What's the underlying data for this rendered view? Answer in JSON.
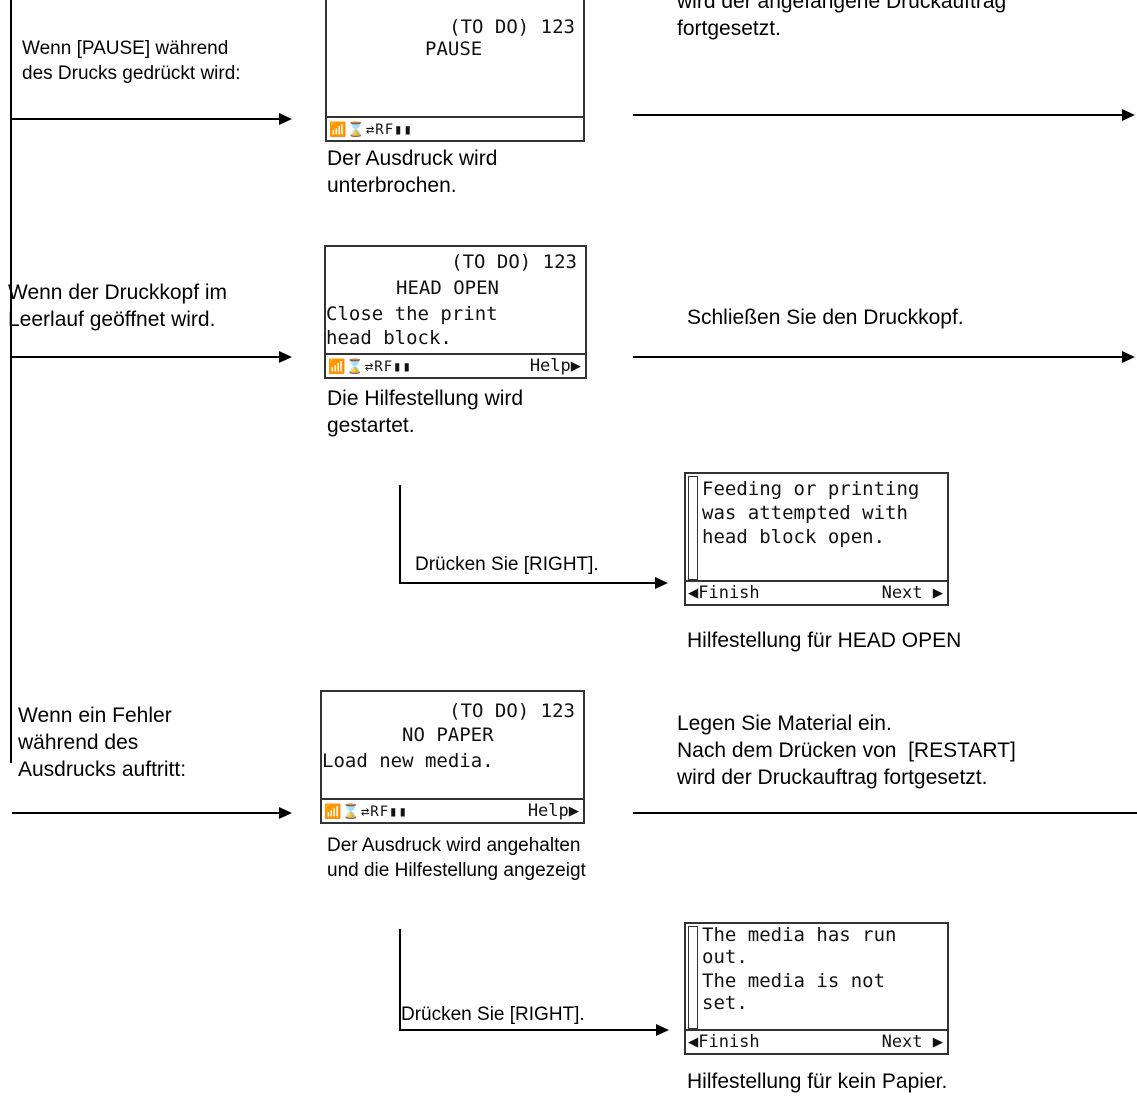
{
  "left_texts": {
    "pause_condition": "Wenn [PAUSE] während\ndes Drucks gedrückt wird:",
    "head_open_condition": "Wenn der Druckkopf im\nLeerlauf geöffnet wird.",
    "error_condition": "Wenn ein Fehler\nwährend des\nAusdrucks auftritt:"
  },
  "screens": {
    "pause": {
      "line1": "(TO DO) 123",
      "line2": "PAUSE",
      "line3": "",
      "line4": "",
      "icons": "📶⌛⇄RF▮▮",
      "help": ""
    },
    "head_open": {
      "line1": "(TO DO) 123",
      "line2": "HEAD OPEN",
      "line3": "Close the print",
      "line4": "head block.",
      "icons": "📶⌛⇄RF▮▮",
      "help": "Help▶"
    },
    "no_paper": {
      "line1": "(TO DO) 123",
      "line2": "NO PAPER",
      "line3": "Load new media.",
      "line4": "",
      "icons": "📶⌛⇄RF▮▮",
      "help": "Help▶"
    },
    "head_open_help": {
      "line1": "Feeding or printing",
      "line2": "was attempted with",
      "line3": "head block open.",
      "line4": "",
      "finish": "◀Finish",
      "next": "Next ▶"
    },
    "no_paper_help": {
      "line1": "The media has run",
      "line2": "out.",
      "line3": "The media is not",
      "line4": "set.",
      "finish": "◀Finish",
      "next": "Next ▶"
    }
  },
  "captions": {
    "pause": "Der Ausdruck wird\nunterbrochen.",
    "head_open": "Die Hilfestellung wird\ngestartet.",
    "no_paper": "Der Ausdruck wird angehalten\nund die Hilfestellung angezeigt",
    "head_open_help": "Hilfestellung für HEAD OPEN",
    "no_paper_help": "Hilfestellung für kein Papier."
  },
  "right_texts": {
    "pause": "wird der angefangene Druckauftrag\nfortgesetzt.",
    "head_open": "Schließen Sie den Druckkopf.",
    "no_paper": "Legen Sie Material ein.\nNach dem Drücken von  [RESTART]\nwird der Druckauftrag fortgesetzt."
  },
  "press_right": "Drücken Sie [RIGHT]."
}
